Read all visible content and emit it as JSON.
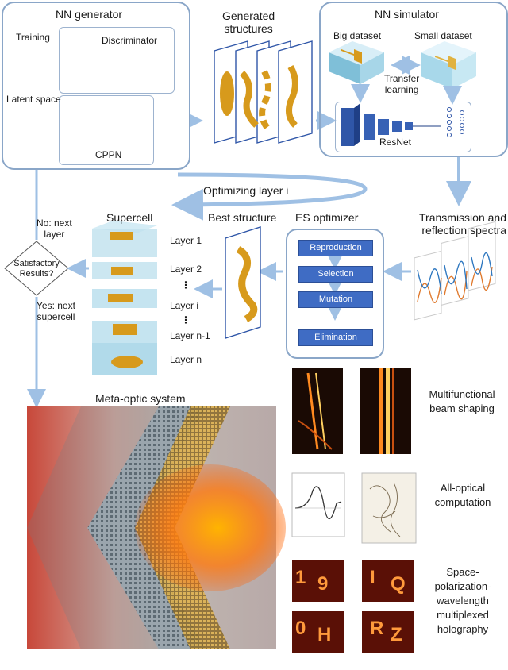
{
  "nn_generator": {
    "title": "NN generator",
    "training": "Training",
    "discriminator": "Discriminator",
    "latent_space": "Latent space",
    "cppn": "CPPN"
  },
  "generated": {
    "title": "Generated\nstructures"
  },
  "nn_simulator": {
    "title": "NN simulator",
    "big_dataset": "Big dataset",
    "small_dataset": "Small dataset",
    "transfer": "Transfer\nlearning",
    "resnet": "ResNet"
  },
  "optimizing": "Optimizing layer i",
  "supercell": {
    "title": "Supercell",
    "layers": [
      "Layer 1",
      "Layer 2",
      "Layer i",
      "Layer n-1",
      "Layer n"
    ]
  },
  "best_structure": "Best structure",
  "es_optimizer": {
    "title": "ES optimizer",
    "steps": [
      "Reproduction",
      "Selection",
      "Mutation",
      "Elimination"
    ]
  },
  "spectra": "Transmission and\nreflection spectra",
  "decision": {
    "label": "Satisfactory\nResults?",
    "no": "No: next\nlayer",
    "yes": "Yes: next\nsupercell"
  },
  "meta_optic": "Meta-optic system",
  "applications": [
    "Multifunctional\nbeam shaping",
    "All-optical\ncomputation",
    "Space-\npolarization-\nwavelength\nmultiplexed\nholography"
  ],
  "holo_chars": [
    "1",
    "9",
    "I",
    "Q",
    "0",
    "H",
    "R",
    "Z"
  ],
  "colors": {
    "panel_border": "#8aa6c8",
    "arrow": "#a9c6e6",
    "network_blue": "#2f56a8",
    "gold": "#d79a1c",
    "step_blue": "#3f6cc4"
  }
}
